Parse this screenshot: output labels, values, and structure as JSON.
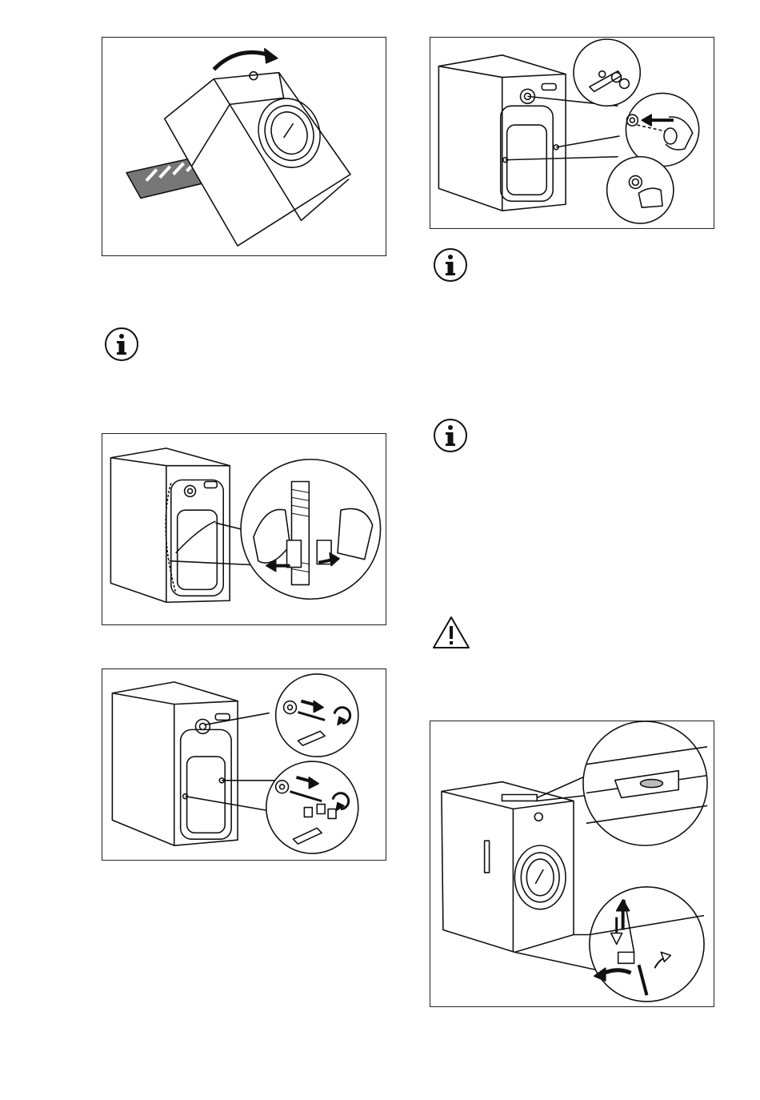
{
  "figures": [
    {
      "id": "fig-1",
      "icon": "tilted-washer-transit-panel-icon"
    },
    {
      "id": "fig-2",
      "icon": "rear-panel-hose-clip-icon"
    },
    {
      "id": "fig-3",
      "icon": "transit-bolts-removal-icon"
    },
    {
      "id": "fig-4",
      "icon": "plastic-caps-insert-icon"
    },
    {
      "id": "fig-5",
      "icon": "levelling-feet-adjust-icon"
    }
  ],
  "notes": [
    {
      "type": "info",
      "icon": "info-icon"
    },
    {
      "type": "info",
      "icon": "info-icon"
    },
    {
      "type": "info",
      "icon": "info-icon"
    },
    {
      "type": "warning",
      "icon": "warning-triangle-icon"
    }
  ]
}
